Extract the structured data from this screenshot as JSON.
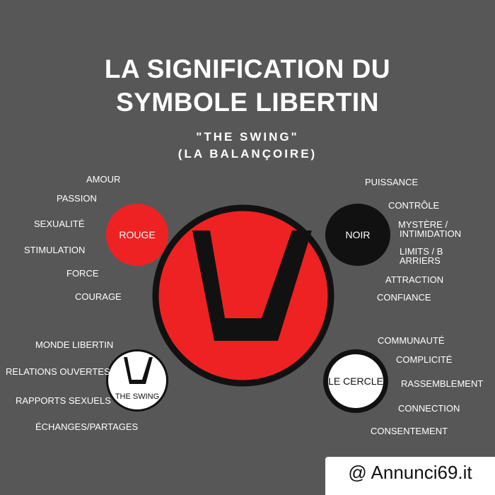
{
  "header": {
    "title_line1": "LA SIGNIFICATION DU",
    "title_line2": "SYMBOLE LIBERTIN",
    "subtitle_line1": "\"THE SWING\"",
    "subtitle_line2": "(LA BALANÇOIRE)"
  },
  "circles": {
    "rouge": "ROUGE",
    "noir": "NOIR",
    "swing": "THE SWING",
    "cercle": "LE CERCLE"
  },
  "rouge_terms": [
    "AMOUR",
    "PASSION",
    "SEXUALITÉ",
    "STIMULATION",
    "FORCE",
    "COURAGE"
  ],
  "noir_terms": [
    "PUISSANCE",
    "CONTRÔLE",
    "MYSTÈRE /",
    "INTIMIDATION",
    "LIMITS / B",
    "ARRIERS",
    "ATTRACTION",
    "CONFIANCE"
  ],
  "swing_terms": [
    "MONDE LIBERTIN",
    "RELATIONS OUVERTES",
    "RAPPORTS SEXUELS",
    "ÉCHANGES/PARTAGES"
  ],
  "cercle_terms": [
    "COMMUNAUTÉ",
    "COMPLICITÉ",
    "RASSEMBLEMENT",
    "CONNECTION",
    "CONSENTEMENT"
  ],
  "watermark": "@ Annunci69.it",
  "colors": {
    "background": "#575757",
    "red": "#ee2222",
    "black": "#111111",
    "white": "#ffffff"
  }
}
